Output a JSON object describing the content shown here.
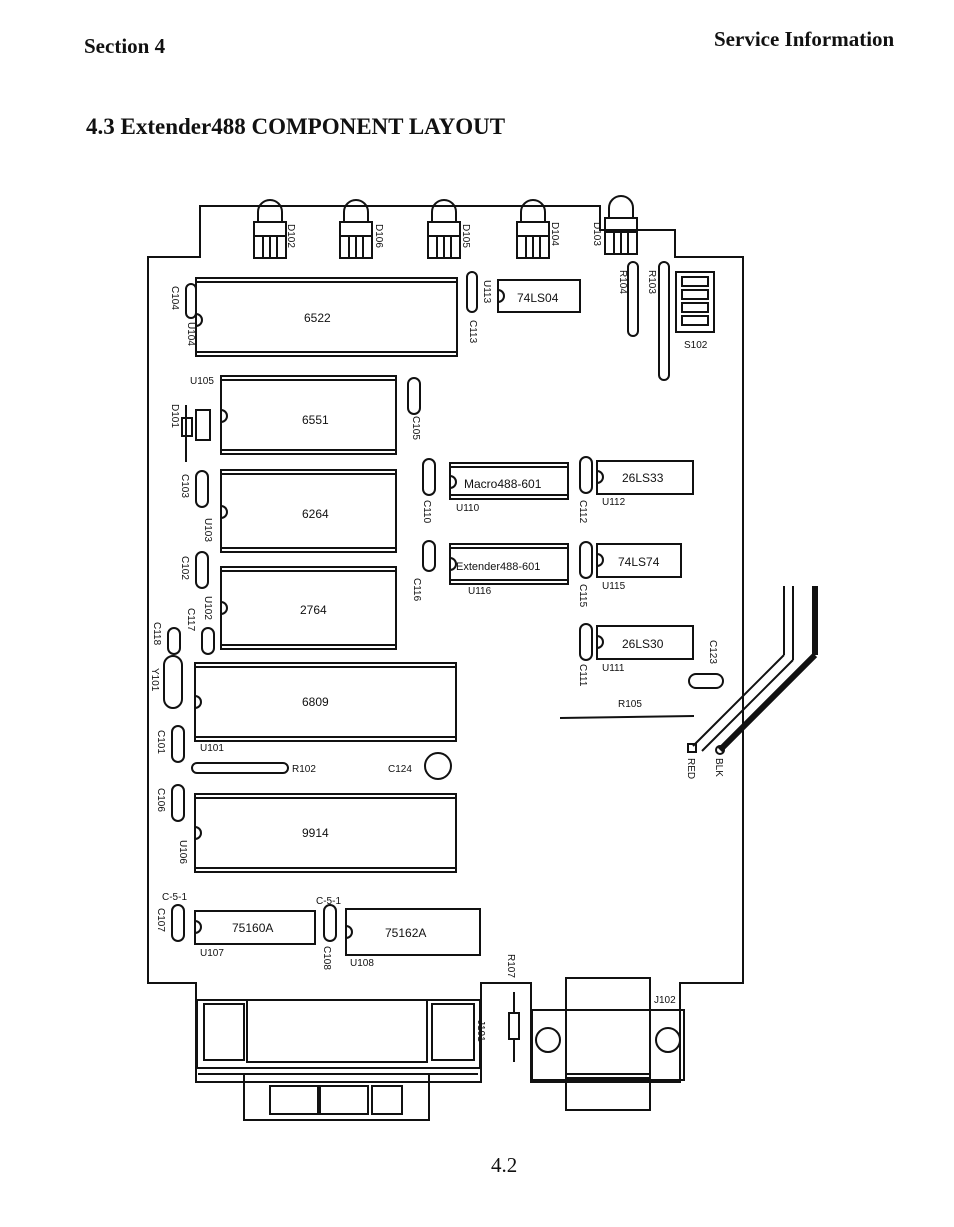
{
  "header": {
    "section": "Section 4",
    "service": "Service Information",
    "title": "4.3 Extender488 COMPONENT LAYOUT"
  },
  "footer": {
    "page": "4.2"
  },
  "ics": {
    "u104": "6522",
    "u113": "74LS04",
    "u105": "6551",
    "u103": "6264",
    "u102": "2764",
    "u101": "6809",
    "u106": "9914",
    "u107": "75160A",
    "u108": "75162A",
    "u110": "Macro488-601",
    "u116": "Extender488-601",
    "u112": "26LS33",
    "u115": "74LS74",
    "u111": "26LS30"
  },
  "refs": {
    "d102": "D102",
    "d106": "D106",
    "d105": "D105",
    "d104": "D104",
    "d103": "D103",
    "r104": "R104",
    "r103": "R103",
    "s102": "S102",
    "u104": "U104",
    "u113": "U113",
    "c104": "C104",
    "c113": "C113",
    "u105": "U105",
    "d101": "D101",
    "c105": "C105",
    "c103": "C103",
    "u103": "U103",
    "c110": "C110",
    "u110": "U110",
    "c112": "C112",
    "u112": "U112",
    "c102": "C102",
    "u102": "U102",
    "c116": "C116",
    "u116": "U116",
    "c115": "C115",
    "u115": "U115",
    "c117": "C117",
    "c118": "C118",
    "c111": "C111",
    "u111": "U111",
    "c123": "C123",
    "y101": "Y101",
    "r105": "R105",
    "c101": "C101",
    "u101": "U101",
    "r102": "R102",
    "c124": "C124",
    "red": "RED",
    "blk": "BLK",
    "c106": "C106",
    "u106": "U106",
    "c107": "C107",
    "c5a": "C-5-1",
    "c5b": "C-5-1",
    "u107": "U107",
    "c108": "C108",
    "u108": "U108",
    "r107": "R107",
    "j102": "J102",
    "j101": "J101"
  }
}
